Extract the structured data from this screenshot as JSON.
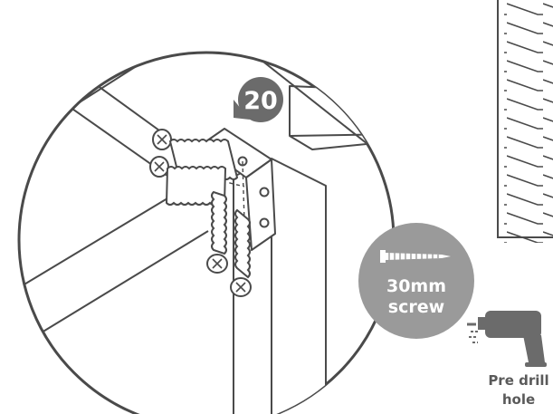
{
  "step": {
    "number": "20"
  },
  "screw_callout": {
    "size_label": "30mm",
    "type_label": "screw",
    "icon": "screw-icon"
  },
  "drill_callout": {
    "line1": "Pre drill",
    "line2": "hole",
    "icon": "drill-icon"
  },
  "colors": {
    "line": "#4a4a4a",
    "badge_fill": "#6b6b6b",
    "badge_text": "#ffffff",
    "callout_fill": "#9a9a9a",
    "drill_fill": "#6b6b6b",
    "label_text": "#5a5a5a",
    "background": "#ffffff"
  }
}
